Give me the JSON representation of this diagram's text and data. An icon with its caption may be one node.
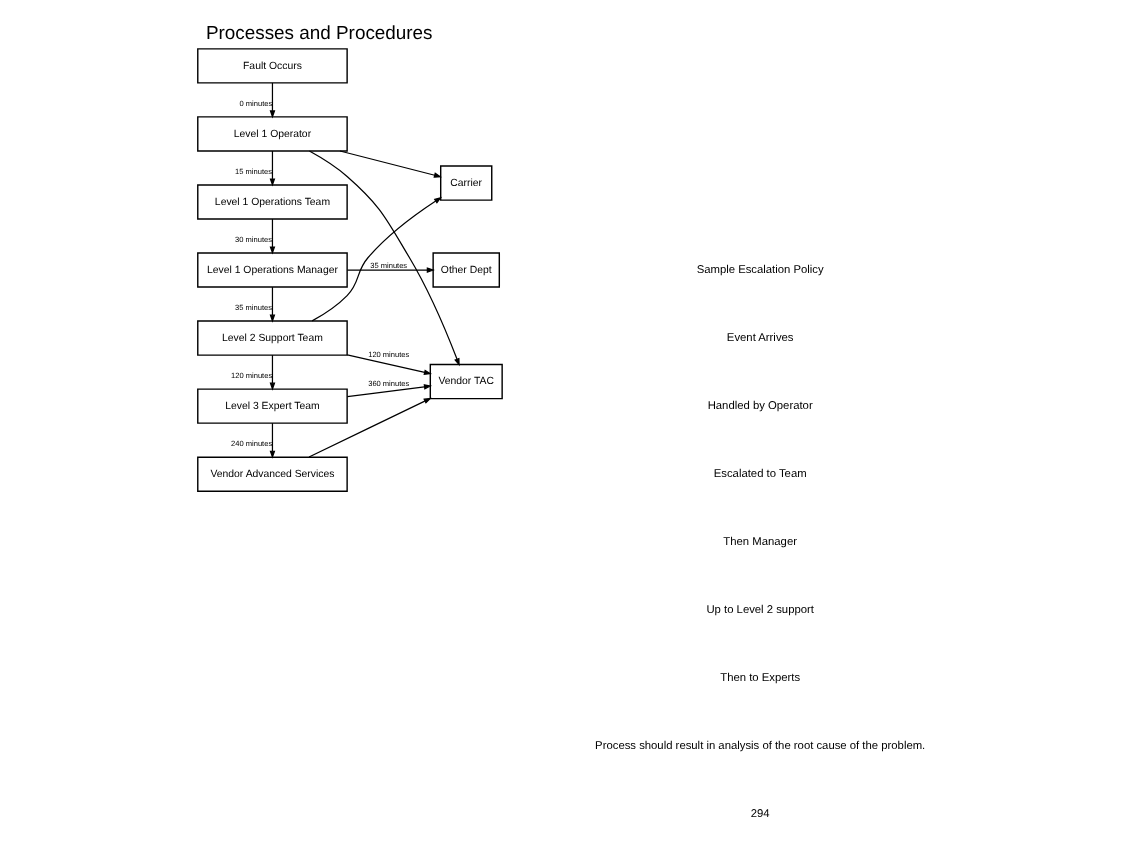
{
  "diagram": {
    "title": "Processes and Procedures",
    "nodes": [
      {
        "text": [
          "Fault Occurs"
        ]
      },
      {
        "text": [
          "Level 1 Operator"
        ]
      },
      {
        "text": [
          "Level 1 Operations Team"
        ]
      },
      {
        "text": [
          "Level 1 Operations Manager"
        ]
      },
      {
        "text": [
          "Level 2 Support Team"
        ]
      },
      {
        "text": [
          "Level 3 Expert Team"
        ]
      },
      {
        "text": [
          "Vendor Advanced Services"
        ]
      },
      {
        "text": [
          "Carrier"
        ]
      },
      {
        "text": [
          "Other Dept"
        ]
      },
      {
        "text": [
          "Vendor TAC"
        ]
      }
    ],
    "edges": [
      {
        "from": 0,
        "to": 1,
        "arrow": "to",
        "label": "0 minutes"
      },
      {
        "from": 1,
        "to": 2,
        "arrow": "to",
        "label": "15 minutes"
      },
      {
        "from": 2,
        "to": 3,
        "arrow": "to",
        "label": "30 minutes"
      },
      {
        "from": 3,
        "to": 4,
        "arrow": "to",
        "label": "35 minutes"
      },
      {
        "from": 4,
        "to": 5,
        "arrow": "to",
        "label": "120 minutes"
      },
      {
        "from": 5,
        "to": 6,
        "arrow": "to",
        "label": "240 minutes"
      },
      {
        "from": 1,
        "to": 7,
        "arrow": "to"
      },
      {
        "from": 1,
        "to": 9,
        "arrow": "to"
      },
      {
        "from": 3,
        "to": 8,
        "arrow": "to",
        "label": "35 minutes"
      },
      {
        "from": 4,
        "to": 7,
        "arrow": "to"
      },
      {
        "from": 4,
        "to": 9,
        "arrow": "to",
        "label": "120 minutes"
      },
      {
        "from": 5,
        "to": 9,
        "arrow": "to",
        "label": "360 minutes"
      },
      {
        "from": 6,
        "to": 9,
        "arrow": "to"
      }
    ],
    "labels": [
      "Sample Escalation Policy",
      "Event Arrives",
      "Handled by Operator",
      "Escalated to Team",
      "Then Manager",
      "Up to Level 2 support",
      "Then to Experts",
      "Process should result in analysis of the root cause of the problem.",
      "294"
    ]
  }
}
